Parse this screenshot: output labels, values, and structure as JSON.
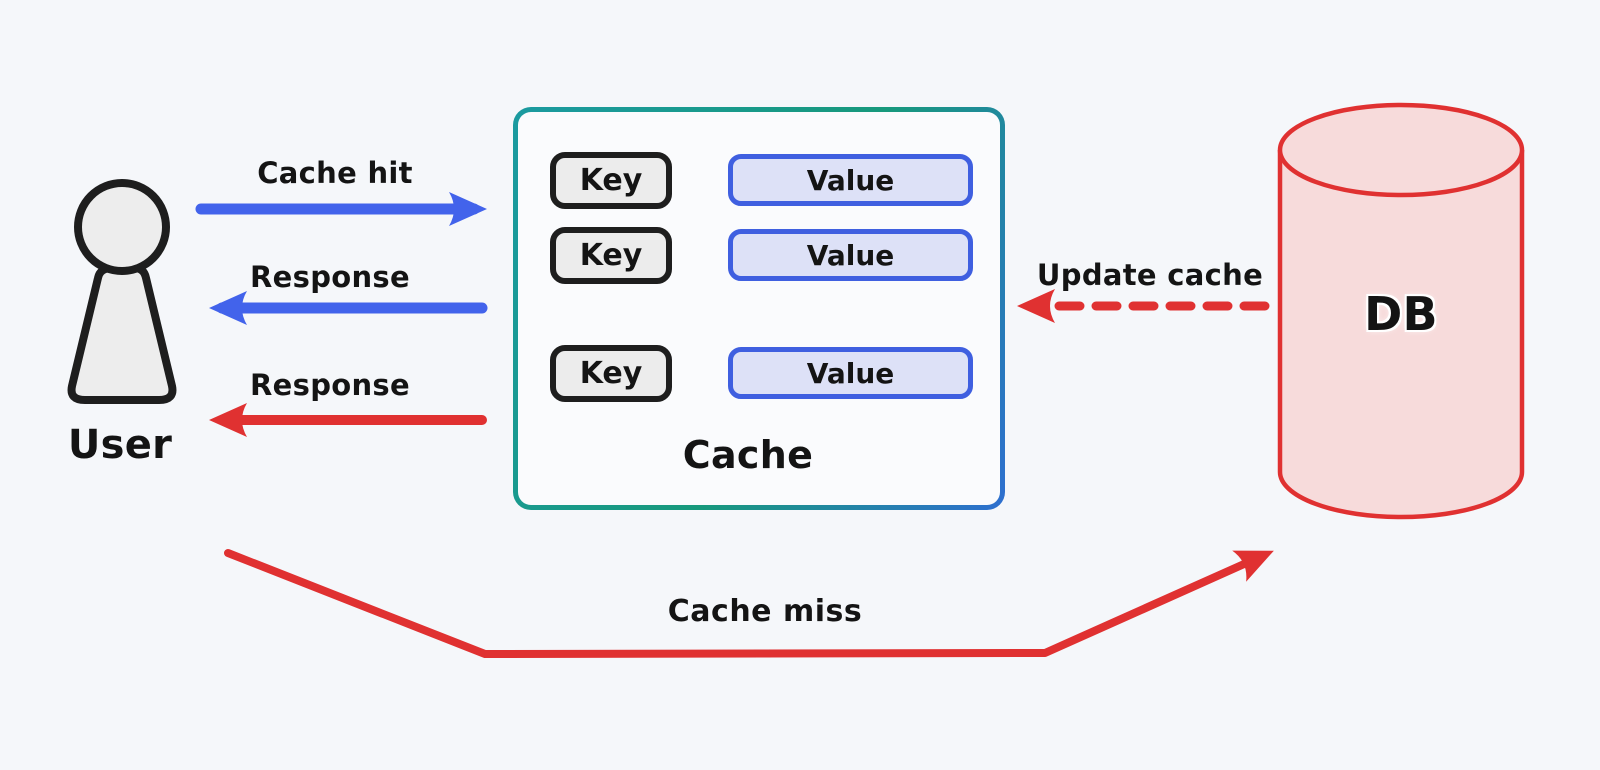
{
  "background": "#f5f7fa",
  "nodes": {
    "user": {
      "label": "User"
    },
    "cache": {
      "label": "Cache",
      "entries": [
        {
          "key": "Key",
          "value": "Value"
        },
        {
          "key": "Key",
          "value": "Value"
        },
        {
          "key": "Key",
          "value": "Value"
        }
      ]
    },
    "db": {
      "label": "DB"
    }
  },
  "arrows": {
    "cache_hit": {
      "label": "Cache hit",
      "color": "#4263eb",
      "style": "solid",
      "from": "user",
      "to": "cache"
    },
    "response_hit": {
      "label": "Response",
      "color": "#4263eb",
      "style": "solid",
      "from": "cache",
      "to": "user"
    },
    "response_miss": {
      "label": "Response",
      "color": "#e03131",
      "style": "solid",
      "from": "cache",
      "to": "user"
    },
    "update_cache": {
      "label": "Update cache",
      "color": "#e03131",
      "style": "dashed",
      "from": "db",
      "to": "cache"
    },
    "cache_miss": {
      "label": "Cache miss",
      "color": "#e03131",
      "style": "solid",
      "from": "user",
      "to": "db"
    },
    "key_to_key": {
      "label": "",
      "color": "#1e1e1e",
      "style": "dashed",
      "from": "key",
      "to": "key"
    },
    "key_to_value": {
      "label": "",
      "color": "#1e1e1e",
      "style": "solid",
      "from": "key",
      "to": "value"
    }
  },
  "colors": {
    "blue": "#4263eb",
    "red": "#e03131",
    "black": "#1e1e1e",
    "cache_border_teal": "#17997c",
    "cache_border_blue": "#2e6fd0",
    "key_fill": "#ececec",
    "value_fill": "#dde1f7",
    "value_border": "#3f5fe0",
    "db_fill": "#f7dbdb",
    "background": "#f5f7fa"
  }
}
